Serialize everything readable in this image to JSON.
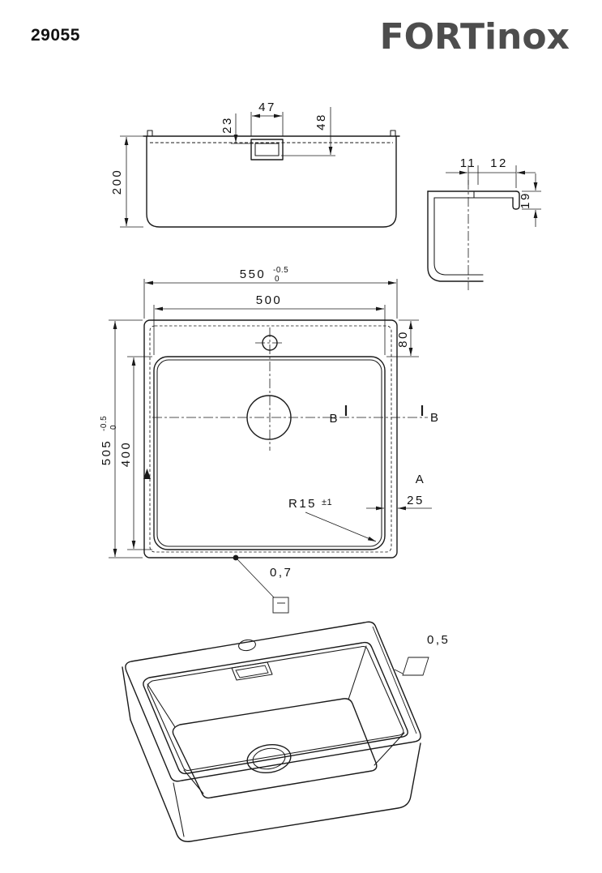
{
  "header": {
    "part_number": "29055",
    "brand": "FORTinox"
  },
  "front_view": {
    "height": "200",
    "overflow_inset": "23",
    "overflow_width": "47",
    "overflow_depth": "48"
  },
  "edge_detail": {
    "flange_width_inner": "11",
    "flange_width_outer": "12",
    "edge_height": "19"
  },
  "plan_view": {
    "overall_width": "550",
    "overall_width_tol_upper": "-0.5",
    "overall_width_tol_lower": "0",
    "bowl_width": "500",
    "overall_depth": "505",
    "overall_depth_tol_upper": "-0.5",
    "overall_depth_tol_lower": "0",
    "bowl_depth": "400",
    "rear_margin": "80",
    "side_margin": "25",
    "corner_radius": "R15",
    "corner_radius_tol": "±1",
    "section_b_left": "B",
    "section_b_right": "B",
    "section_a": "A",
    "sheet_thickness": "0,7"
  },
  "iso_view": {
    "surface_finish": "0,5"
  }
}
